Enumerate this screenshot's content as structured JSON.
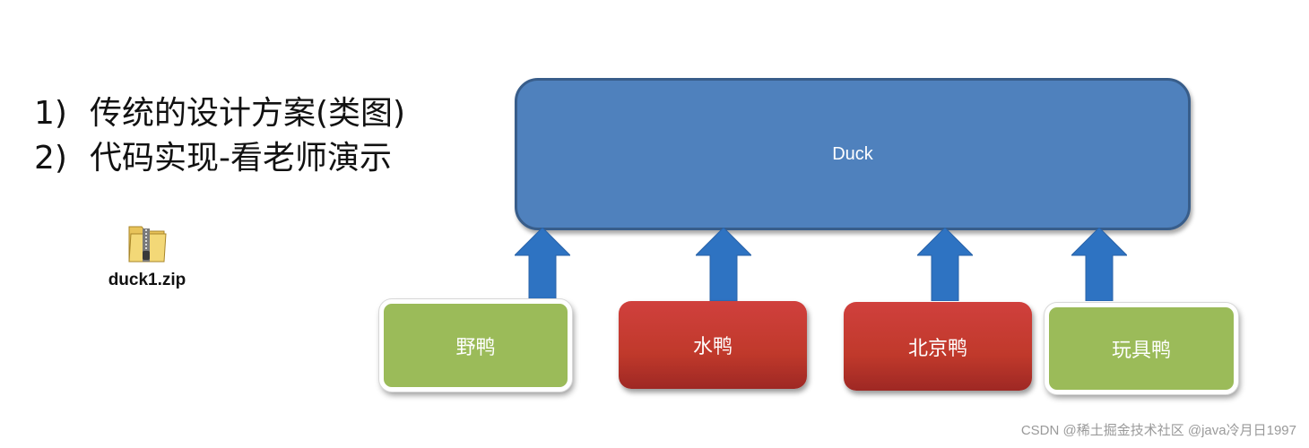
{
  "list": [
    {
      "num": "1)",
      "text": "传统的设计方案(类图)"
    },
    {
      "num": "2)",
      "text": "代码实现-看老师演示"
    }
  ],
  "file": {
    "name": "duck1.zip",
    "icon": "zip-folder-icon"
  },
  "diagram": {
    "parent": {
      "label": "Duck",
      "color": "#4f81bd"
    },
    "children": [
      {
        "label": "野鸭",
        "color": "#9bbb59"
      },
      {
        "label": "水鸭",
        "color": "#c0392b"
      },
      {
        "label": "北京鸭",
        "color": "#c0392b"
      },
      {
        "label": "玩具鸭",
        "color": "#9bbb59"
      }
    ],
    "arrow_color": "#2e73c2"
  },
  "watermark": "CSDN @稀土掘金技术社区 @java冷月日1997"
}
